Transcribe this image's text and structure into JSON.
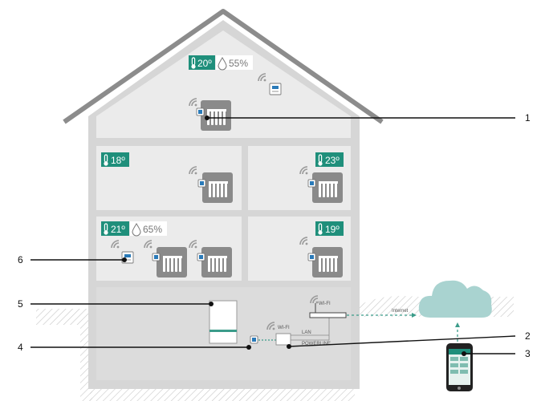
{
  "callouts": [
    "1",
    "2",
    "3",
    "4",
    "5",
    "6"
  ],
  "rooms": {
    "attic": {
      "temperature": "20º",
      "humidity": "55%"
    },
    "upper_left": {
      "temperature": "18º"
    },
    "upper_right": {
      "temperature": "23º"
    },
    "lower_left": {
      "temperature": "21º",
      "humidity": "65%"
    },
    "lower_right": {
      "temperature": "19º"
    }
  },
  "network": {
    "internet_label": "Internet",
    "lan_label": "LAN",
    "powerline_label": "POWERLINE",
    "wifi_label": "WI-FI",
    "wifi_label_router": "WI-FI"
  },
  "colors": {
    "badge": "#1f8f7b",
    "room_fill": "#ebebeb",
    "cellar_fill": "#dcdcdc",
    "cloud": "#a9d3d0",
    "wall": "#d6d6d6",
    "roof": "#8c8c8c"
  },
  "icons": [
    "thermometer-icon",
    "droplet-icon",
    "wifi-signal-icon",
    "radiator-icon",
    "thermostat-icon",
    "valve-icon",
    "boiler-icon",
    "router-icon",
    "cloud-icon",
    "smartphone-icon"
  ]
}
